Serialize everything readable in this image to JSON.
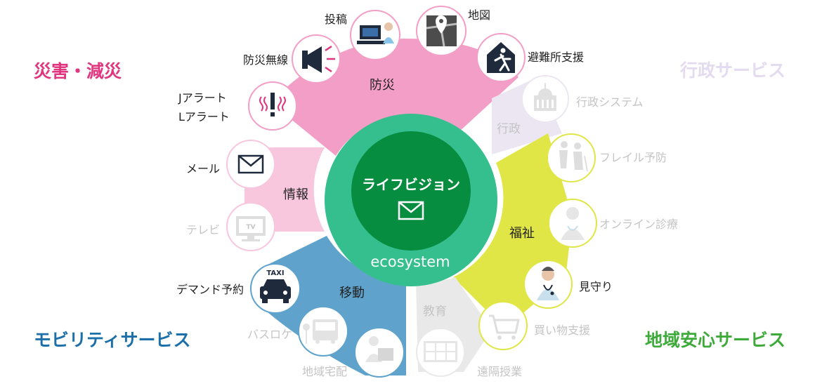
{
  "center": {
    "title": "ライフビジョン",
    "ring_label": "ecosystem",
    "envelope_icon": "envelope-icon"
  },
  "corners": {
    "disaster": "災害・減災",
    "admin": "行政サービス",
    "mobility": "モビリティサービス",
    "safety": "地域安心サービス"
  },
  "sectors": {
    "bosai": "防災",
    "joho": "情報",
    "gyosei": "行政",
    "fukushi": "福祉",
    "ido": "移動",
    "kyoiku": "教育"
  },
  "services": {
    "toko": "投稿",
    "chizu": "地図",
    "bosai_musen": "防災無線",
    "hinanjo": "避難所支援",
    "jalert_1": "Jアラート",
    "jalert_2": "Lアラート",
    "mail": "メール",
    "tv": "テレビ",
    "tv_icon_text": "TV",
    "gyosei_system": "行政システム",
    "frail": "フレイル予防",
    "online": "オンライン診療",
    "mimamori": "見守り",
    "kaimono": "買い物支援",
    "demand": "デマンド予約",
    "taxi_icon_text": "TAXI",
    "busloca": "バスロケ",
    "takuhai": "地域宅配",
    "enkaku": "遠隔授業"
  },
  "colors": {
    "bosai": "#f39ec6",
    "joho": "#f8c6dd",
    "gyosei": "#ece6f2",
    "fukushi": "#e0e646",
    "ido": "#5fa3cc",
    "kyoiku": "#e9e9e9",
    "ring": "#35bf8f",
    "core": "#078d3f",
    "disaster_text": "#e0357f",
    "admin_text": "#e3dbef",
    "mobility_text": "#1c6fa8",
    "safety_text": "#3daa3a",
    "faded_text": "#c4c4c4",
    "dark_text": "#222222"
  }
}
